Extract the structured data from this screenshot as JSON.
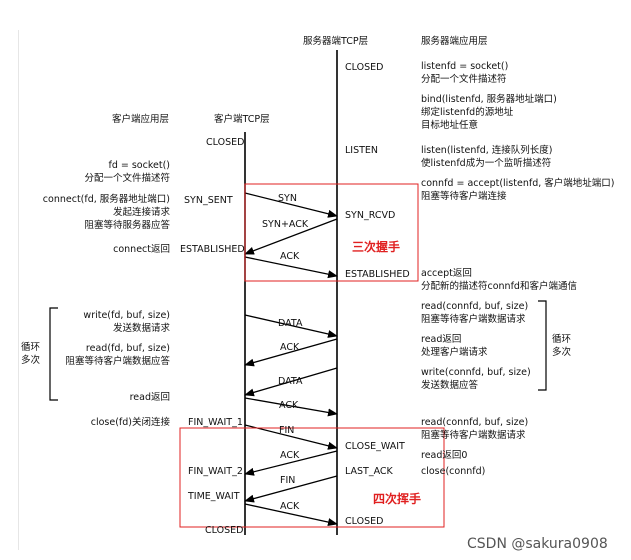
{
  "headers": {
    "client_app": "客户端应用层",
    "client_tcp": "客户端TCP层",
    "server_tcp": "服务器端TCP层",
    "server_app": "服务器端应用层"
  },
  "client_states": {
    "closed_top": "CLOSED",
    "syn_sent": "SYN_SENT",
    "established": "ESTABLISHED",
    "fin_wait_1": "FIN_WAIT_1",
    "fin_wait_2": "FIN_WAIT_2",
    "time_wait": "TIME_WAIT",
    "closed_bottom": "CLOSED"
  },
  "server_states": {
    "closed_top": "CLOSED",
    "listen": "LISTEN",
    "syn_rcvd": "SYN_RCVD",
    "established": "ESTABLISHED",
    "close_wait": "CLOSE_WAIT",
    "last_ack": "LAST_ACK",
    "closed_bottom": "CLOSED"
  },
  "messages": {
    "syn": "SYN",
    "syn_ack": "SYN+ACK",
    "ack1": "ACK",
    "data1": "DATA",
    "ack2": "ACK",
    "data2": "DATA",
    "ack3": "ACK",
    "fin1": "FIN",
    "ack4": "ACK",
    "fin2": "FIN",
    "ack5": "ACK"
  },
  "client_app_notes": {
    "socket1": "fd = socket()",
    "socket2": "分配一个文件描述符",
    "connect1": "connect(fd, 服务器地址端口)",
    "connect2": "发起连接请求",
    "connect3": "阻塞等待服务器应答",
    "connect_ret": "connect返回",
    "write1": "write(fd, buf, size)",
    "write2": "发送数据请求",
    "read1": "read(fd, buf, size)",
    "read2": "阻塞等待客户端数据应答",
    "read_ret": "read返回",
    "close": "close(fd)关闭连接",
    "loop1": "循环",
    "loop2": "多次"
  },
  "server_app_notes": {
    "listenfd1": "listenfd = socket()",
    "listenfd2": "分配一个文件描述符",
    "bind1": "bind(listenfd, 服务器地址端口)",
    "bind2": "绑定listenfd的源地址",
    "bind3": "目标地址任意",
    "listen1": "listen(listenfd, 连接队列长度)",
    "listen2": "使listenfd成为一个监听描述符",
    "accept1": "connfd = accept(listenfd, 客户端地址端口)",
    "accept2": "阻塞等待客户端连接",
    "accept_ret1": "accept返回",
    "accept_ret2": "分配新的描述符connfd和客户端通信",
    "read1": "read(connfd, buf, size)",
    "read2": "阻塞等待客户端数据请求",
    "readret1": "read返回",
    "readret2": "处理客户端请求",
    "write1": "write(connfd, buf, size)",
    "write2": "发送数据应答",
    "read3": "read(connfd, buf, size)",
    "read4": "阻塞等待客户端数据请求",
    "read0": "read返回0",
    "close": "close(connfd)",
    "loop1": "循环",
    "loop2": "多次"
  },
  "labels": {
    "handshake": "三次握手",
    "wave": "四次挥手"
  },
  "watermark": "CSDN @sakura0908",
  "colors": {
    "highlight_red": "#e02020",
    "line": "#000000"
  }
}
